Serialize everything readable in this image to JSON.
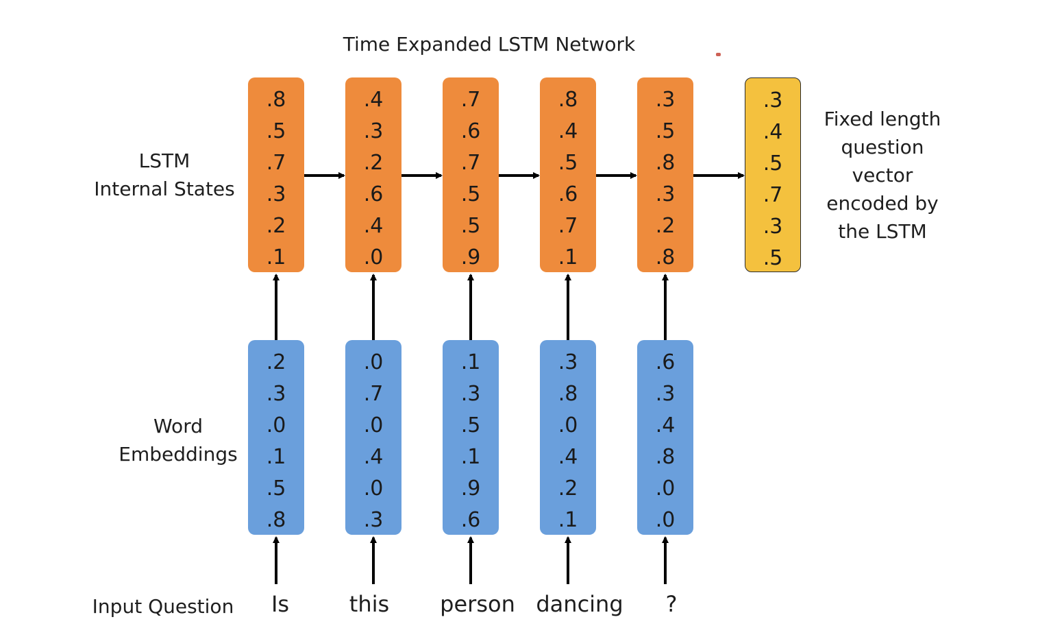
{
  "title": "Time Expanded LSTM Network",
  "labels": {
    "lstm_line1": "LSTM",
    "lstm_line2": "Internal States",
    "emb_line1": "Word",
    "emb_line2": "Embeddings",
    "input": "Input Question"
  },
  "output_label": [
    "Fixed length",
    "question",
    "vector",
    "encoded by",
    "the LSTM"
  ],
  "words": [
    "Is",
    "this",
    "person",
    "dancing",
    "?"
  ],
  "lstm_states": [
    [
      ".8",
      ".5",
      ".7",
      ".3",
      ".2",
      ".1"
    ],
    [
      ".4",
      ".3",
      ".2",
      ".6",
      ".4",
      ".0"
    ],
    [
      ".7",
      ".6",
      ".7",
      ".5",
      ".5",
      ".9"
    ],
    [
      ".8",
      ".4",
      ".5",
      ".6",
      ".7",
      ".1"
    ],
    [
      ".3",
      ".5",
      ".8",
      ".3",
      ".2",
      ".8"
    ]
  ],
  "embeddings": [
    [
      ".2",
      ".3",
      ".0",
      ".1",
      ".5",
      ".8"
    ],
    [
      ".0",
      ".7",
      ".0",
      ".4",
      ".0",
      ".3"
    ],
    [
      ".1",
      ".3",
      ".5",
      ".1",
      ".9",
      ".6"
    ],
    [
      ".3",
      ".8",
      ".0",
      ".4",
      ".2",
      ".1"
    ],
    [
      ".6",
      ".3",
      ".4",
      ".8",
      ".0",
      ".0"
    ]
  ],
  "output_vector": [
    ".3",
    ".4",
    ".5",
    ".7",
    ".3",
    ".5"
  ],
  "colors": {
    "lstm": "#ee8b3c",
    "embedding": "#6a9fdc",
    "output": "#f4c13e",
    "arrow": "#000000"
  }
}
